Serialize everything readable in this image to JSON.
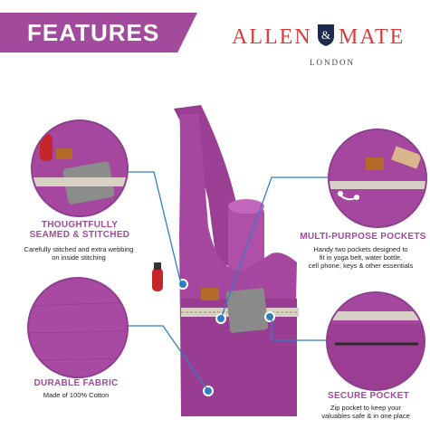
{
  "banner": {
    "title": "FEATURES"
  },
  "brand": {
    "name_left": "ALLEN",
    "name_right": "MATE",
    "location": "LONDON"
  },
  "features": [
    {
      "title_line1": "THOUGHTFULLY",
      "title_line2": "SEAMED & STITCHED",
      "desc_line1": "Carefully stitched and extra webbing",
      "desc_line2": "on inside stitching"
    },
    {
      "title_line1": "MULTI-PURPOSE POCKETS",
      "desc_line1": "Handy two pockets designed to",
      "desc_line2": "fit in yoga belt, water bottle,",
      "desc_line3": "cell phone, keys & other essentials"
    },
    {
      "title_line1": "DURABLE FABRIC",
      "desc_line1": "Made of 100% Cotton"
    },
    {
      "title_line1": "SECURE POCKET",
      "desc_line1": "Zip pocket to keep your",
      "desc_line2": "valuables safe & in one place"
    }
  ],
  "colors": {
    "accent": "#a24a9c",
    "brand_red": "#d63d3d",
    "bag_purple": "#a6479f",
    "connector_blue": "#2f7fc1"
  }
}
